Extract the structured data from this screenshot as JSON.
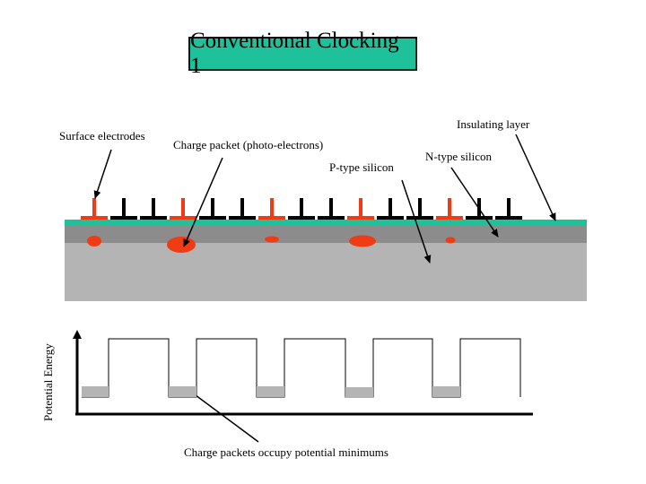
{
  "title": "Conventional Clocking 1",
  "labels": {
    "surface_electrodes": "Surface electrodes",
    "charge_packet": "Charge packet (photo-electrons)",
    "p_type": "P-type silicon",
    "insulating": "Insulating layer",
    "n_type": "N-type silicon",
    "potential_energy": "Potential Energy",
    "minimums": "Charge packets occupy potential minimums"
  },
  "electrodes": {
    "count": 15,
    "active_every": 3,
    "active_color": "#f03c14",
    "inactive_color": "#000000"
  },
  "charge_packets": [
    "small",
    "large",
    "tiny",
    "medium",
    "tiny"
  ],
  "potential_wells": {
    "count": 5,
    "packet_fill": [
      "partial",
      "partial",
      "partial",
      "partial",
      "partial"
    ]
  },
  "colors": {
    "title_bg": "#1fc19a",
    "insulator": "#1fc19a",
    "n_type": "#8c8c8c",
    "p_type": "#b4b4b4",
    "charge": "#f03c14",
    "packet_gray": "#b4b4b4"
  }
}
